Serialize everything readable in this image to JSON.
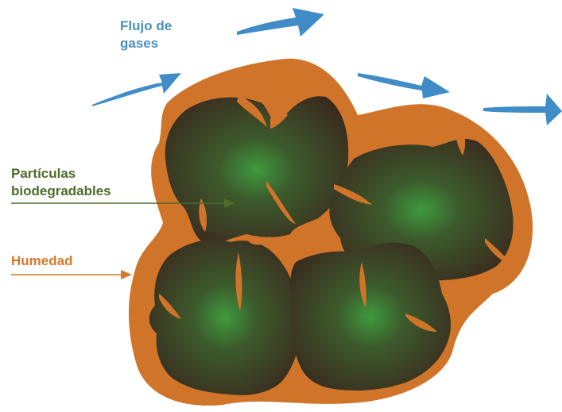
{
  "labels": {
    "gas_flow": {
      "line1": "Flujo de",
      "line2": "gases",
      "color": "#4A8FC0"
    },
    "particles": {
      "line1": "Partículas",
      "line2": "biodegradables",
      "color": "#4E6B2B"
    },
    "moisture": {
      "text": "Humedad",
      "color": "#D27A2E"
    }
  },
  "colors": {
    "moisture_film": "#D0742A",
    "particle_dark": "#3A2A1E",
    "particle_core": "#3E9A3E",
    "arrow_blue": "#3F8CC6",
    "pointer_green": "#4E6B2B",
    "pointer_orange": "#D27A2E"
  }
}
